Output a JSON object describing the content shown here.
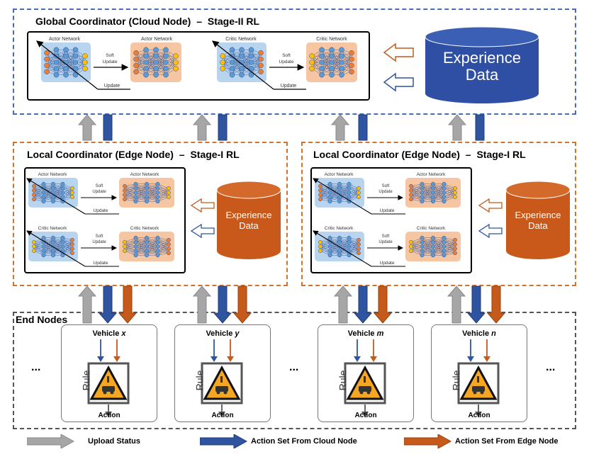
{
  "global": {
    "title": "Global Coordinator (Cloud Node)",
    "dash": "–",
    "stage": "Stage-II RL",
    "actor_left": "Actor Network",
    "actor_right": "Actor Network",
    "critic_left": "Critic Network",
    "critic_right": "Critic Network",
    "soft_update": "Soft Update",
    "update": "Update",
    "experience": [
      "Experience",
      "Data"
    ]
  },
  "edge_left": {
    "title": "Local Coordinator (Edge Node)",
    "dash": "–",
    "stage": "Stage-I RL"
  },
  "edge_right": {
    "title": "Local Coordinator (Edge Node)",
    "dash": "–",
    "stage": "Stage-I RL"
  },
  "edge_common": {
    "actor": "Actor Network",
    "critic": "Critic Network",
    "soft": "Soft",
    "update_word": "Update",
    "update": "Update",
    "experience": [
      "Experience",
      "Data"
    ]
  },
  "end_nodes": {
    "title": "End Nodes",
    "ellipsis": "...",
    "vehicles": [
      {
        "prefix": "Vehicle ",
        "var": "x"
      },
      {
        "prefix": "Vehicle ",
        "var": "y"
      },
      {
        "prefix": "Vehicle ",
        "var": "m"
      },
      {
        "prefix": "Vehicle ",
        "var": "n"
      }
    ],
    "rule": "Rule",
    "action": "Action"
  },
  "legend": {
    "upload": "Upload Status",
    "cloud": "Action Set From Cloud Node",
    "edge": "Action Set From Edge Node"
  },
  "colors": {
    "gray_arrow": "#a6a6a6",
    "blue_arrow": "#2f55a0",
    "orange_arrow": "#c55a1b",
    "actor_fill": "#b8d4ef",
    "target_fill": "#f6c6a2",
    "experience_cloud": "#2e4fa3",
    "experience_edge": "#c8591b"
  }
}
